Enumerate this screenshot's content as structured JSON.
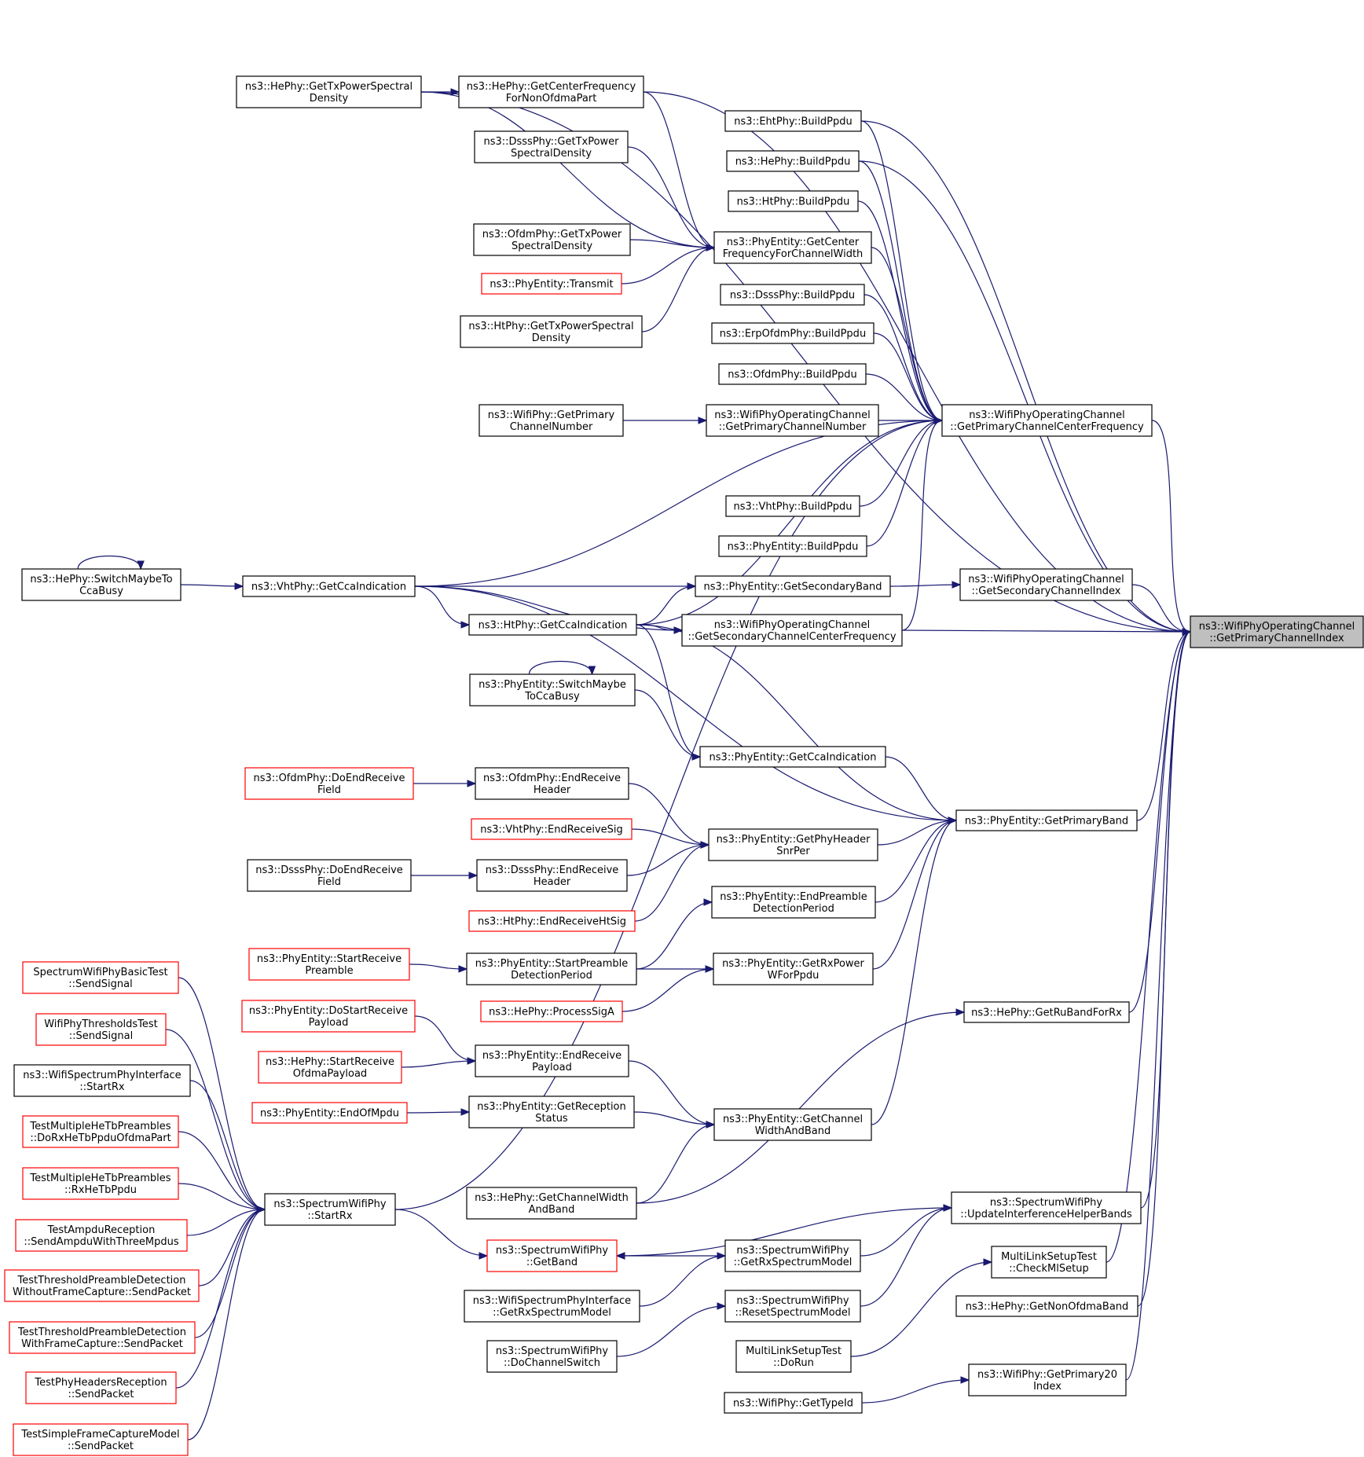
{
  "nodes": [
    {
      "id": "target",
      "lines": [
        "ns3::WifiPhyOperatingChannel",
        "::GetPrimaryChannelIndex"
      ],
      "style": "focus"
    },
    {
      "id": "hephy_txpsd",
      "lines": [
        "ns3::HePhy::GetTxPowerSpectral",
        "Density"
      ]
    },
    {
      "id": "hephy_cfnonofdma",
      "lines": [
        "ns3::HePhy::GetCenterFrequency",
        "ForNonOfdmaPart"
      ]
    },
    {
      "id": "dsss_txpsd",
      "lines": [
        "ns3::DsssPhy::GetTxPower",
        "SpectralDensity"
      ]
    },
    {
      "id": "ofdm_txpsd",
      "lines": [
        "ns3::OfdmPhy::GetTxPower",
        "SpectralDensity"
      ]
    },
    {
      "id": "pe_transmit",
      "lines": [
        "ns3::PhyEntity::Transmit"
      ],
      "style": "red"
    },
    {
      "id": "ht_txpsd",
      "lines": [
        "ns3::HtPhy::GetTxPowerSpectral",
        "Density"
      ]
    },
    {
      "id": "eht_buildppdu",
      "lines": [
        "ns3::EhtPhy::BuildPpdu"
      ]
    },
    {
      "id": "he_buildppdu",
      "lines": [
        "ns3::HePhy::BuildPpdu"
      ]
    },
    {
      "id": "ht_buildppdu",
      "lines": [
        "ns3::HtPhy::BuildPpdu"
      ]
    },
    {
      "id": "pe_getcfcw",
      "lines": [
        "ns3::PhyEntity::GetCenter",
        "FrequencyForChannelWidth"
      ]
    },
    {
      "id": "dsss_buildppdu",
      "lines": [
        "ns3::DsssPhy::BuildPpdu"
      ]
    },
    {
      "id": "erp_buildppdu",
      "lines": [
        "ns3::ErpOfdmPhy::BuildPpdu"
      ]
    },
    {
      "id": "ofdm_buildppdu",
      "lines": [
        "ns3::OfdmPhy::BuildPpdu"
      ]
    },
    {
      "id": "wifiphy_getprimchnum",
      "lines": [
        "ns3::WifiPhy::GetPrimary",
        "ChannelNumber"
      ]
    },
    {
      "id": "woc_getprimchnum",
      "lines": [
        "ns3::WifiPhyOperatingChannel",
        "::GetPrimaryChannelNumber"
      ]
    },
    {
      "id": "woc_getprimcf",
      "lines": [
        "ns3::WifiPhyOperatingChannel",
        "::GetPrimaryChannelCenterFrequency"
      ]
    },
    {
      "id": "vht_buildppdu",
      "lines": [
        "ns3::VhtPhy::BuildPpdu"
      ]
    },
    {
      "id": "pe_buildppdu",
      "lines": [
        "ns3::PhyEntity::BuildPpdu"
      ]
    },
    {
      "id": "he_switchcca",
      "lines": [
        "ns3::HePhy::SwitchMaybeTo",
        "CcaBusy"
      ]
    },
    {
      "id": "vht_getcca",
      "lines": [
        "ns3::VhtPhy::GetCcaIndication"
      ]
    },
    {
      "id": "pe_getsecband",
      "lines": [
        "ns3::PhyEntity::GetSecondaryBand"
      ]
    },
    {
      "id": "woc_getsecidx",
      "lines": [
        "ns3::WifiPhyOperatingChannel",
        "::GetSecondaryChannelIndex"
      ]
    },
    {
      "id": "ht_getcca",
      "lines": [
        "ns3::HtPhy::GetCcaIndication"
      ]
    },
    {
      "id": "woc_getseccf",
      "lines": [
        "ns3::WifiPhyOperatingChannel",
        "::GetSecondaryChannelCenterFrequency"
      ]
    },
    {
      "id": "pe_switchcca",
      "lines": [
        "ns3::PhyEntity::SwitchMaybe",
        "ToCcaBusy"
      ]
    },
    {
      "id": "pe_getcca",
      "lines": [
        "ns3::PhyEntity::GetCcaIndication"
      ]
    },
    {
      "id": "ofdm_doendrxfield",
      "lines": [
        "ns3::OfdmPhy::DoEndReceive",
        "Field"
      ],
      "style": "red"
    },
    {
      "id": "ofdm_endrxheader",
      "lines": [
        "ns3::OfdmPhy::EndReceive",
        "Header"
      ]
    },
    {
      "id": "pe_getprimband",
      "lines": [
        "ns3::PhyEntity::GetPrimaryBand"
      ]
    },
    {
      "id": "vht_endrxsig",
      "lines": [
        "ns3::VhtPhy::EndReceiveSig"
      ],
      "style": "red"
    },
    {
      "id": "pe_getphyhdrsnr",
      "lines": [
        "ns3::PhyEntity::GetPhyHeader",
        "SnrPer"
      ]
    },
    {
      "id": "dsss_doendrxfield",
      "lines": [
        "ns3::DsssPhy::DoEndReceive",
        "Field"
      ]
    },
    {
      "id": "dsss_endrxheader",
      "lines": [
        "ns3::DsssPhy::EndReceive",
        "Header"
      ]
    },
    {
      "id": "ht_endrxhtsig",
      "lines": [
        "ns3::HtPhy::EndReceiveHtSig"
      ],
      "style": "red"
    },
    {
      "id": "pe_endpreambledet",
      "lines": [
        "ns3::PhyEntity::EndPreamble",
        "DetectionPeriod"
      ]
    },
    {
      "id": "pe_startrxpreamble",
      "lines": [
        "ns3::PhyEntity::StartReceive",
        "Preamble"
      ],
      "style": "red"
    },
    {
      "id": "pe_startpreambledet",
      "lines": [
        "ns3::PhyEntity::StartPreamble",
        "DetectionPeriod"
      ]
    },
    {
      "id": "pe_getrxpower",
      "lines": [
        "ns3::PhyEntity::GetRxPower",
        "WForPpdu"
      ]
    },
    {
      "id": "spectrum_basic_sendsignal",
      "lines": [
        "SpectrumWifiPhyBasicTest",
        "::SendSignal"
      ],
      "style": "red"
    },
    {
      "id": "he_processsiga",
      "lines": [
        "ns3::HePhy::ProcessSigA"
      ],
      "style": "red"
    },
    {
      "id": "he_getrubandforrx",
      "lines": [
        "ns3::HePhy::GetRuBandForRx"
      ]
    },
    {
      "id": "thresholds_sendsignal",
      "lines": [
        "WifiPhyThresholdsTest",
        "::SendSignal"
      ],
      "style": "red"
    },
    {
      "id": "pe_dostartrxpayload",
      "lines": [
        "ns3::PhyEntity::DoStartReceive",
        "Payload"
      ],
      "style": "red"
    },
    {
      "id": "pe_endrxpayload",
      "lines": [
        "ns3::PhyEntity::EndReceive",
        "Payload"
      ]
    },
    {
      "id": "spi_startrx",
      "lines": [
        "ns3::WifiSpectrumPhyInterface",
        "::StartRx"
      ]
    },
    {
      "id": "he_startrxofdma",
      "lines": [
        "ns3::HePhy::StartReceive",
        "OfdmaPayload"
      ],
      "style": "red"
    },
    {
      "id": "pe_endofmpdu",
      "lines": [
        "ns3::PhyEntity::EndOfMpdu"
      ],
      "style": "red"
    },
    {
      "id": "pe_getrxstatus",
      "lines": [
        "ns3::PhyEntity::GetReception",
        "Status"
      ]
    },
    {
      "id": "pe_getchwidthband",
      "lines": [
        "ns3::PhyEntity::GetChannel",
        "WidthAndBand"
      ]
    },
    {
      "id": "tmhp_dorxofdma",
      "lines": [
        "TestMultipleHeTbPreambles",
        "::DoRxHeTbPpduOfdmaPart"
      ],
      "style": "red"
    },
    {
      "id": "tmhp_rxhetb",
      "lines": [
        "TestMultipleHeTbPreambles",
        "::RxHeTbPpdu"
      ],
      "style": "red"
    },
    {
      "id": "swp_startrx",
      "lines": [
        "ns3::SpectrumWifiPhy",
        "::StartRx"
      ]
    },
    {
      "id": "he_getchwidthband",
      "lines": [
        "ns3::HePhy::GetChannelWidth",
        "AndBand"
      ]
    },
    {
      "id": "swp_updateinterf",
      "lines": [
        "ns3::SpectrumWifiPhy",
        "::UpdateInterferenceHelperBands"
      ]
    },
    {
      "id": "ampdu_send",
      "lines": [
        "TestAmpduReception",
        "::SendAmpduWithThreeMpdus"
      ],
      "style": "red"
    },
    {
      "id": "swp_getband",
      "lines": [
        "ns3::SpectrumWifiPhy",
        "::GetBand"
      ],
      "style": "red"
    },
    {
      "id": "swp_getrxspectrum",
      "lines": [
        "ns3::SpectrumWifiPhy",
        "::GetRxSpectrumModel"
      ]
    },
    {
      "id": "mlst_checkmlsetup",
      "lines": [
        "MultiLinkSetupTest",
        "::CheckMlSetup"
      ]
    },
    {
      "id": "ttpd_wofc",
      "lines": [
        "TestThresholdPreambleDetection",
        "WithoutFrameCapture::SendPacket"
      ],
      "style": "red"
    },
    {
      "id": "spi_getrxspectrum",
      "lines": [
        "ns3::WifiSpectrumPhyInterface",
        "::GetRxSpectrumModel"
      ]
    },
    {
      "id": "swp_resetspectrum",
      "lines": [
        "ns3::SpectrumWifiPhy",
        "::ResetSpectrumModel"
      ]
    },
    {
      "id": "he_getnonofdmaband",
      "lines": [
        "ns3::HePhy::GetNonOfdmaBand"
      ]
    },
    {
      "id": "ttpd_wfc",
      "lines": [
        "TestThresholdPreambleDetection",
        "WithFrameCapture::SendPacket"
      ],
      "style": "red"
    },
    {
      "id": "swp_dochannelswitch",
      "lines": [
        "ns3::SpectrumWifiPhy",
        "::DoChannelSwitch"
      ]
    },
    {
      "id": "mlst_dorun",
      "lines": [
        "MultiLinkSetupTest",
        "::DoRun"
      ]
    },
    {
      "id": "tphr_send",
      "lines": [
        "TestPhyHeadersReception",
        "::SendPacket"
      ],
      "style": "red"
    },
    {
      "id": "wifiphy_getprim20",
      "lines": [
        "ns3::WifiPhy::GetPrimary20",
        "Index"
      ]
    },
    {
      "id": "wifiphy_gettypeid",
      "lines": [
        "ns3::WifiPhy::GetTypeId"
      ]
    },
    {
      "id": "tsfcm_send",
      "lines": [
        "TestSimpleFrameCaptureModel",
        "::SendPacket"
      ],
      "style": "red"
    }
  ],
  "edges": [
    [
      "hephy_txpsd",
      "target"
    ],
    [
      "hephy_cfnonofdma",
      "target"
    ],
    [
      "eht_buildppdu",
      "target"
    ],
    [
      "he_buildppdu",
      "target"
    ],
    [
      "woc_getprimcf",
      "target"
    ],
    [
      "woc_getsecidx",
      "target"
    ],
    [
      "woc_getseccf",
      "target"
    ],
    [
      "pe_getprimband",
      "target"
    ],
    [
      "he_getrubandforrx",
      "target"
    ],
    [
      "swp_updateinterf",
      "target"
    ],
    [
      "mlst_checkmlsetup",
      "target"
    ],
    [
      "he_getnonofdmaband",
      "target"
    ],
    [
      "wifiphy_getprim20",
      "target"
    ],
    [
      "hephy_txpsd",
      "hephy_cfnonofdma"
    ],
    [
      "hephy_cfnonofdma",
      "pe_getcfcw"
    ],
    [
      "hephy_txpsd",
      "pe_getcfcw"
    ],
    [
      "dsss_txpsd",
      "pe_getcfcw"
    ],
    [
      "ofdm_txpsd",
      "pe_getcfcw"
    ],
    [
      "pe_transmit",
      "pe_getcfcw"
    ],
    [
      "ht_txpsd",
      "pe_getcfcw"
    ],
    [
      "pe_getcfcw",
      "woc_getprimcf"
    ],
    [
      "eht_buildppdu",
      "woc_getprimcf"
    ],
    [
      "he_buildppdu",
      "woc_getprimcf"
    ],
    [
      "ht_buildppdu",
      "woc_getprimcf"
    ],
    [
      "dsss_buildppdu",
      "woc_getprimcf"
    ],
    [
      "erp_buildppdu",
      "woc_getprimcf"
    ],
    [
      "ofdm_buildppdu",
      "woc_getprimcf"
    ],
    [
      "woc_getprimchnum",
      "woc_getprimcf"
    ],
    [
      "vht_buildppdu",
      "woc_getprimcf"
    ],
    [
      "pe_buildppdu",
      "woc_getprimcf"
    ],
    [
      "vht_getcca",
      "woc_getprimcf"
    ],
    [
      "woc_getseccf",
      "woc_getprimcf"
    ],
    [
      "ht_getcca",
      "woc_getprimcf"
    ],
    [
      "swp_startrx",
      "woc_getprimcf"
    ],
    [
      "wifiphy_getprimchnum",
      "woc_getprimchnum"
    ],
    [
      "he_switchcca",
      "he_switchcca"
    ],
    [
      "he_switchcca",
      "vht_getcca"
    ],
    [
      "vht_getcca",
      "pe_getsecband"
    ],
    [
      "vht_getcca",
      "woc_getseccf"
    ],
    [
      "vht_getcca",
      "ht_getcca"
    ],
    [
      "vht_getcca",
      "pe_getprimband"
    ],
    [
      "pe_getsecband",
      "woc_getsecidx"
    ],
    [
      "ht_getcca",
      "pe_getsecband"
    ],
    [
      "ht_getcca",
      "woc_getseccf"
    ],
    [
      "ht_getcca",
      "pe_getcca"
    ],
    [
      "ht_getcca",
      "pe_getprimband"
    ],
    [
      "pe_switchcca",
      "pe_switchcca"
    ],
    [
      "pe_switchcca",
      "pe_getcca"
    ],
    [
      "pe_getcca",
      "pe_getprimband"
    ],
    [
      "ofdm_doendrxfield",
      "ofdm_endrxheader"
    ],
    [
      "ofdm_endrxheader",
      "pe_getphyhdrsnr"
    ],
    [
      "vht_endrxsig",
      "pe_getphyhdrsnr"
    ],
    [
      "dsss_doendrxfield",
      "dsss_endrxheader"
    ],
    [
      "dsss_endrxheader",
      "pe_getphyhdrsnr"
    ],
    [
      "ht_endrxhtsig",
      "pe_getphyhdrsnr"
    ],
    [
      "pe_getphyhdrsnr",
      "pe_getprimband"
    ],
    [
      "pe_endpreambledet",
      "pe_getprimband"
    ],
    [
      "pe_getrxpower",
      "pe_getprimband"
    ],
    [
      "pe_getchwidthband",
      "pe_getprimband"
    ],
    [
      "pe_startpreambledet",
      "pe_endpreambledet"
    ],
    [
      "pe_startrxpreamble",
      "pe_startpreambledet"
    ],
    [
      "pe_startpreambledet",
      "pe_getrxpower"
    ],
    [
      "he_processsiga",
      "pe_getrxpower"
    ],
    [
      "pe_dostartrxpayload",
      "pe_endrxpayload"
    ],
    [
      "he_startrxofdma",
      "pe_endrxpayload"
    ],
    [
      "pe_endrxpayload",
      "pe_getchwidthband"
    ],
    [
      "pe_endofmpdu",
      "pe_getrxstatus"
    ],
    [
      "pe_getrxstatus",
      "pe_getchwidthband"
    ],
    [
      "he_getchwidthband",
      "pe_getchwidthband"
    ],
    [
      "he_getchwidthband",
      "he_getrubandforrx"
    ],
    [
      "spectrum_basic_sendsignal",
      "swp_startrx"
    ],
    [
      "thresholds_sendsignal",
      "swp_startrx"
    ],
    [
      "spi_startrx",
      "swp_startrx"
    ],
    [
      "tmhp_dorxofdma",
      "swp_startrx"
    ],
    [
      "tmhp_rxhetb",
      "swp_startrx"
    ],
    [
      "ampdu_send",
      "swp_startrx"
    ],
    [
      "ttpd_wofc",
      "swp_startrx"
    ],
    [
      "ttpd_wfc",
      "swp_startrx"
    ],
    [
      "tphr_send",
      "swp_startrx"
    ],
    [
      "tsfcm_send",
      "swp_startrx"
    ],
    [
      "swp_startrx",
      "swp_getband"
    ],
    [
      "swp_updateinterf",
      "swp_getband"
    ],
    [
      "swp_getrxspectrum",
      "swp_getband"
    ],
    [
      "swp_getrxspectrum",
      "swp_updateinterf"
    ],
    [
      "spi_getrxspectrum",
      "swp_getrxspectrum"
    ],
    [
      "swp_resetspectrum",
      "swp_updateinterf"
    ],
    [
      "swp_dochannelswitch",
      "swp_resetspectrum"
    ],
    [
      "mlst_dorun",
      "mlst_checkmlsetup"
    ],
    [
      "wifiphy_gettypeid",
      "wifiphy_getprim20"
    ]
  ]
}
